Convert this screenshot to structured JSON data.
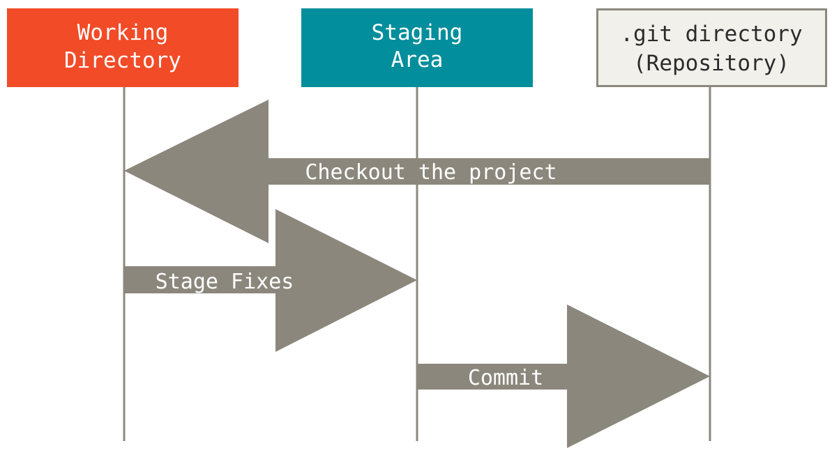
{
  "colors": {
    "working": "#f24b27",
    "staging": "#028e9c",
    "repository_fill": "#f1f0eb",
    "repository_border": "#8c887d",
    "lane_line": "#8c887d",
    "arrow": "#8b877c",
    "lane_text_light": "#ffffff",
    "lane_text_dark": "#2b2b2b"
  },
  "lanes": [
    {
      "id": "working",
      "line1": "Working",
      "line2": "Directory"
    },
    {
      "id": "staging",
      "line1": "Staging",
      "line2": "Area"
    },
    {
      "id": "repository",
      "line1": ".git directory",
      "line2": "(Repository)"
    }
  ],
  "arrows": [
    {
      "id": "checkout",
      "label": "Checkout the project",
      "direction": "left",
      "from": "repository",
      "to": "working"
    },
    {
      "id": "stage",
      "label": "Stage Fixes",
      "direction": "right",
      "from": "working",
      "to": "staging"
    },
    {
      "id": "commit",
      "label": "Commit",
      "direction": "right",
      "from": "staging",
      "to": "repository"
    }
  ]
}
